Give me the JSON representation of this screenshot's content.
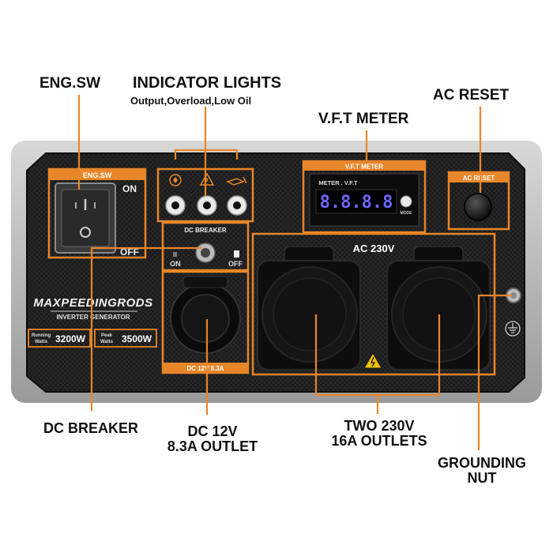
{
  "callouts": {
    "eng_sw": "ENG.SW",
    "indicator_lights": "INDICATOR LIGHTS",
    "indicator_sub": "Output,Overload,Low Oil",
    "vft_meter": "V.F.T METER",
    "ac_reset": "AC RESET",
    "dc_breaker": "DC BREAKER",
    "dc_outlet_line1": "DC 12V",
    "dc_outlet_line2": "8.3A OUTLET",
    "ac_outlets_line1": "TWO 230V",
    "ac_outlets_line2": "16A OUTLETS",
    "grounding_line1": "GROUNDING",
    "grounding_line2": "NUT"
  },
  "panel": {
    "eng_sw_title": "ENG.SW",
    "on_label": "ON",
    "off_label": "OFF",
    "vft_title": "V.F.T METER",
    "meter_text": "METER . V.F.T",
    "meter_digits": "8.8.8.8",
    "mode_label": "MODE",
    "ac_reset_title": "AC RESET",
    "dc_breaker_title": "DC BREAKER",
    "breaker_on": "ON",
    "breaker_off": "OFF",
    "ac_label": "AC 230V",
    "dc_outlet_label": "DC 12V 8.3A",
    "brand": "MAXPEEDINGRODS",
    "subbrand": "INVERTER GENERATOR",
    "running_label1": "Running",
    "running_label2": "Watts",
    "running_value": "3200W",
    "peak_label1": "Peak",
    "peak_label2": "Watts",
    "peak_value": "3500W"
  },
  "colors": {
    "accent": "#e8862a",
    "panel": "#1e1e1e",
    "frame": "#b9b9b9",
    "meter_digits": "#6e66ff"
  }
}
